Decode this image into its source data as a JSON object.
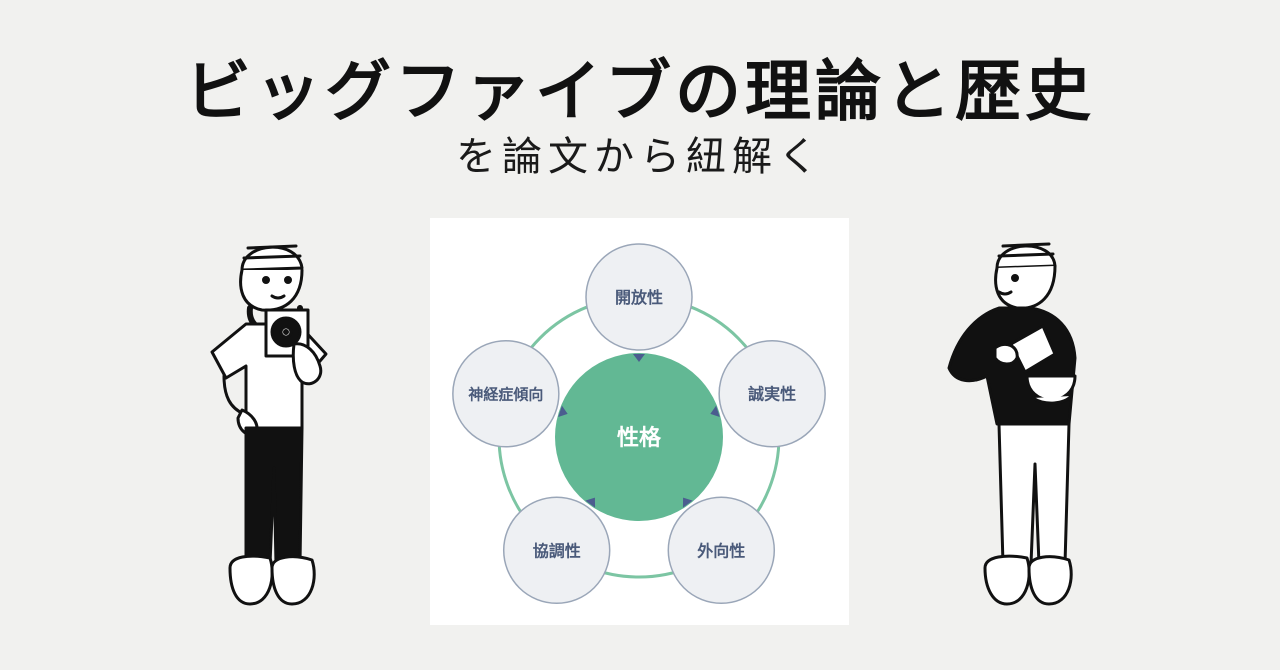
{
  "header": {
    "title": "ビッグファイブの理論と歴史",
    "subtitle": "を論文から紐解く"
  },
  "diagram": {
    "center_label": "性格",
    "nodes": [
      {
        "label": "開放性"
      },
      {
        "label": "誠実性"
      },
      {
        "label": "外向性"
      },
      {
        "label": "協調性"
      },
      {
        "label": "神経症傾向"
      }
    ],
    "colors": {
      "center_fill": "#62b894",
      "ring_stroke": "#7cc5a3",
      "node_fill": "#eef0f3",
      "node_stroke": "#9aa6b8",
      "node_text": "#4a5a7a",
      "arrow": "#4b5d8f",
      "center_text": "#ffffff"
    }
  },
  "illustrations": {
    "left": {
      "icon": "person-holding-record-icon"
    },
    "right": {
      "icon": "person-holding-bowl-icon"
    }
  }
}
